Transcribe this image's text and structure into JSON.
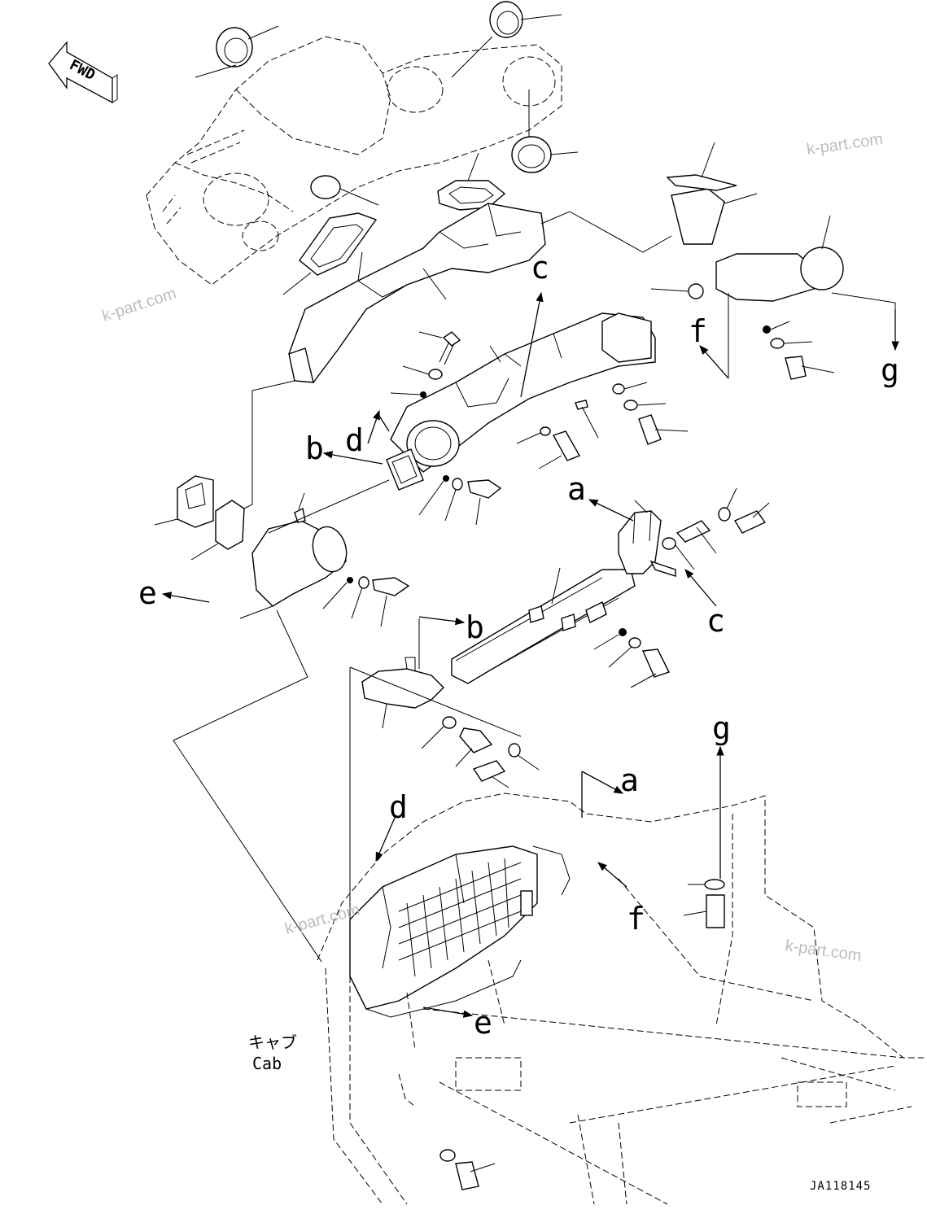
{
  "drawing": {
    "code": "JA118145",
    "fwd_label": "FWD",
    "cab_label_jp": "キャブ",
    "cab_label_en": "Cab"
  },
  "watermarks": [
    "k-part.com",
    "k-part.com",
    "k-part.com",
    "k-part.com"
  ],
  "callouts": {
    "a1": "a",
    "a2": "a",
    "b1": "b",
    "b2": "b",
    "c1": "c",
    "c2": "c",
    "d1": "d",
    "d2": "d",
    "e1": "e",
    "e2": "e",
    "f1": "f",
    "f2": "f",
    "g1": "g",
    "g2": "g"
  }
}
